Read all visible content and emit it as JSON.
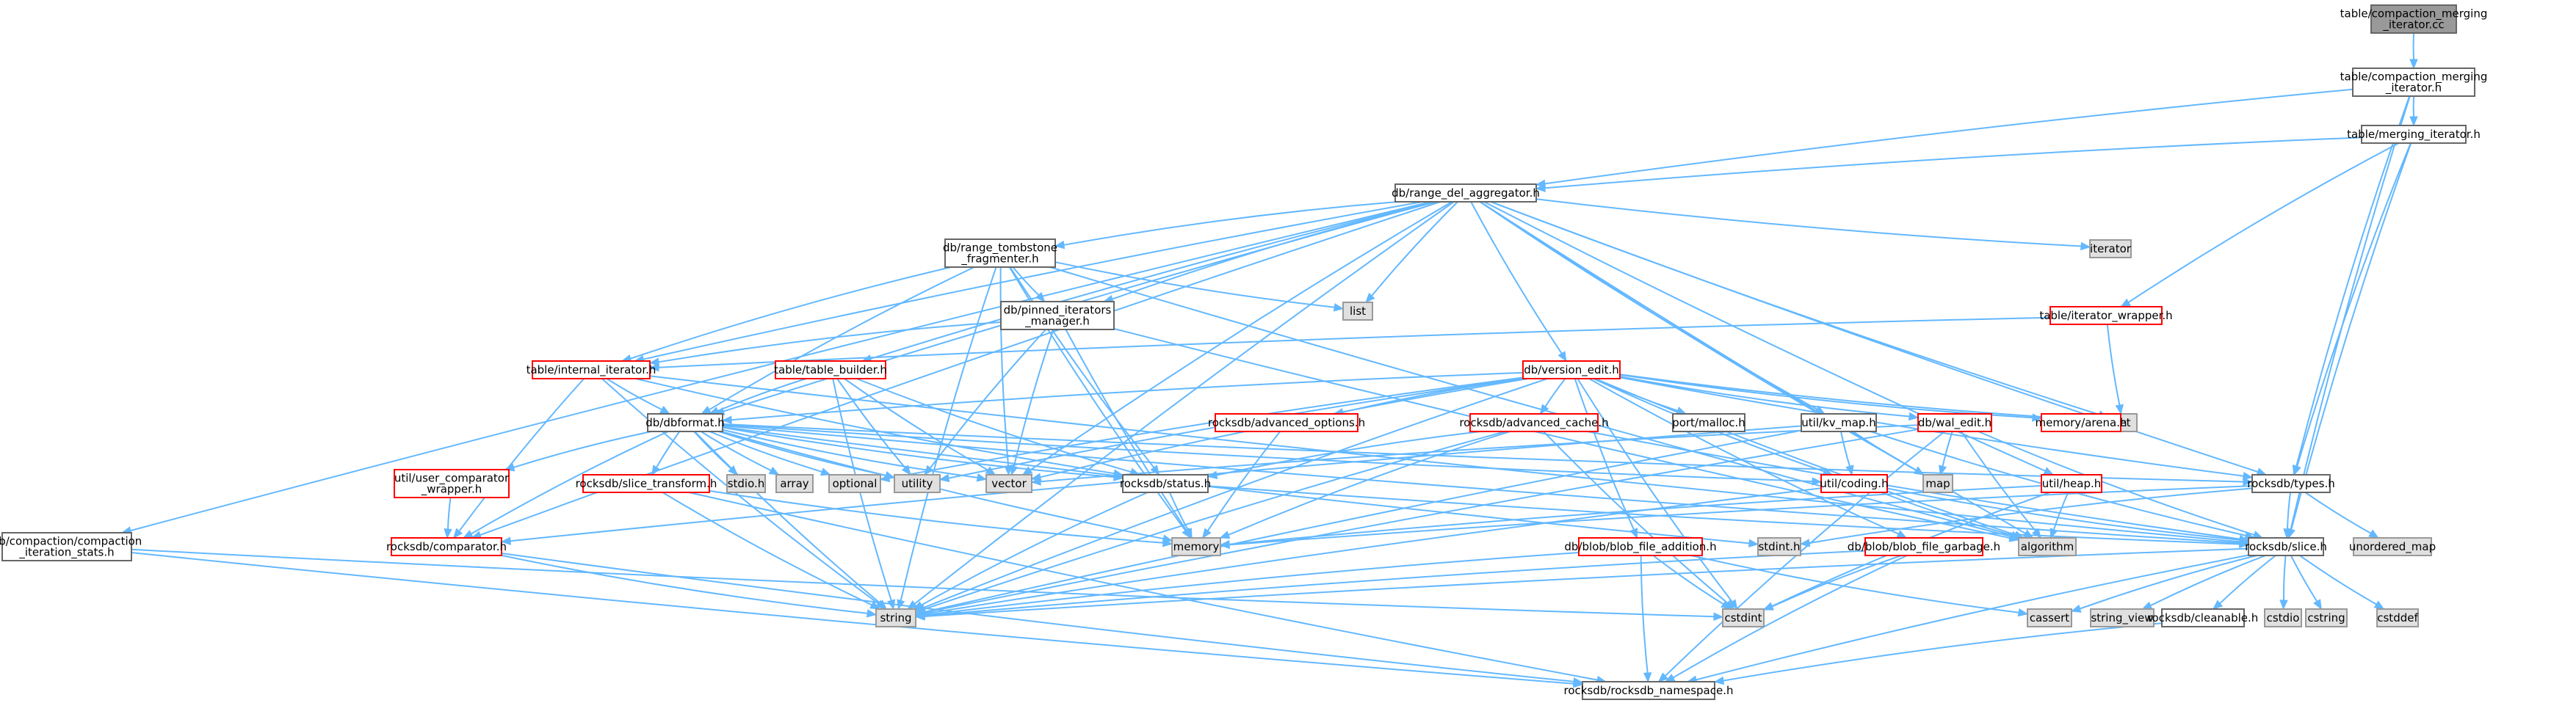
{
  "colors": {
    "edge": "#63b8ff",
    "root_fill": "#999999",
    "root_stroke": "#666666",
    "normal_fill": "#ffffff",
    "normal_stroke": "#666666",
    "expandable_stroke": "#ff0000",
    "system_fill": "#e0e0e0",
    "system_stroke": "#999999"
  },
  "nodes": [
    {
      "id": "cmi_cc",
      "kind": "root",
      "lines": [
        "table/compaction_merging",
        "_iterator.cc"
      ]
    },
    {
      "id": "cmi_h",
      "kind": "normal",
      "lines": [
        "table/compaction_merging",
        "_iterator.h"
      ]
    },
    {
      "id": "merging_iter",
      "kind": "normal",
      "lines": [
        "table/merging_iterator.h"
      ]
    },
    {
      "id": "range_del",
      "kind": "normal",
      "lines": [
        "db/range_del_aggregator.h"
      ]
    },
    {
      "id": "iter_wrapper",
      "kind": "expandable",
      "lines": [
        "table/iterator_wrapper.h"
      ]
    },
    {
      "id": "iterator",
      "kind": "system",
      "lines": [
        "iterator"
      ]
    },
    {
      "id": "rt_frag",
      "kind": "normal",
      "lines": [
        "db/range_tombstone",
        "_fragmenter.h"
      ]
    },
    {
      "id": "list",
      "kind": "system",
      "lines": [
        "list"
      ]
    },
    {
      "id": "pinned",
      "kind": "normal",
      "lines": [
        "db/pinned_iterators",
        "_manager.h"
      ]
    },
    {
      "id": "internal_iter",
      "kind": "expandable",
      "lines": [
        "table/internal_iterator.h"
      ]
    },
    {
      "id": "table_builder",
      "kind": "expandable",
      "lines": [
        "table/table_builder.h"
      ]
    },
    {
      "id": "version_edit",
      "kind": "expandable",
      "lines": [
        "db/version_edit.h"
      ]
    },
    {
      "id": "set",
      "kind": "system",
      "lines": [
        "set"
      ]
    },
    {
      "id": "dbformat",
      "kind": "normal",
      "lines": [
        "db/dbformat.h"
      ]
    },
    {
      "id": "adv_opts",
      "kind": "expandable",
      "lines": [
        "rocksdb/advanced_options.h"
      ]
    },
    {
      "id": "adv_cache",
      "kind": "expandable",
      "lines": [
        "rocksdb/advanced_cache.h"
      ]
    },
    {
      "id": "port_malloc",
      "kind": "normal",
      "lines": [
        "port/malloc.h"
      ]
    },
    {
      "id": "kv_map",
      "kind": "normal",
      "lines": [
        "util/kv_map.h"
      ]
    },
    {
      "id": "wal_edit",
      "kind": "expandable",
      "lines": [
        "db/wal_edit.h"
      ]
    },
    {
      "id": "arena",
      "kind": "expandable",
      "lines": [
        "memory/arena.h"
      ]
    },
    {
      "id": "compaction_stats",
      "kind": "normal",
      "lines": [
        "db/compaction/compaction",
        "_iteration_stats.h"
      ]
    },
    {
      "id": "ucw",
      "kind": "expandable",
      "lines": [
        "util/user_comparator",
        "_wrapper.h"
      ]
    },
    {
      "id": "slice_transform",
      "kind": "expandable",
      "lines": [
        "rocksdb/slice_transform.h"
      ]
    },
    {
      "id": "stdio_h",
      "kind": "system",
      "lines": [
        "stdio.h"
      ]
    },
    {
      "id": "array",
      "kind": "system",
      "lines": [
        "array"
      ]
    },
    {
      "id": "optional",
      "kind": "system",
      "lines": [
        "optional"
      ]
    },
    {
      "id": "utility",
      "kind": "system",
      "lines": [
        "utility"
      ]
    },
    {
      "id": "vector",
      "kind": "system",
      "lines": [
        "vector"
      ]
    },
    {
      "id": "status",
      "kind": "normal",
      "lines": [
        "rocksdb/status.h"
      ]
    },
    {
      "id": "coding",
      "kind": "expandable",
      "lines": [
        "util/coding.h"
      ]
    },
    {
      "id": "map",
      "kind": "system",
      "lines": [
        "map"
      ]
    },
    {
      "id": "heap",
      "kind": "expandable",
      "lines": [
        "util/heap.h"
      ]
    },
    {
      "id": "types",
      "kind": "normal",
      "lines": [
        "rocksdb/types.h"
      ]
    },
    {
      "id": "comparator",
      "kind": "expandable",
      "lines": [
        "rocksdb/comparator.h"
      ]
    },
    {
      "id": "memory",
      "kind": "system",
      "lines": [
        "memory"
      ]
    },
    {
      "id": "stdint_h",
      "kind": "system",
      "lines": [
        "stdint.h"
      ]
    },
    {
      "id": "blob_add",
      "kind": "expandable",
      "lines": [
        "db/blob/blob_file_addition.h"
      ]
    },
    {
      "id": "blob_garbage",
      "kind": "expandable",
      "lines": [
        "db/blob/blob_file_garbage.h"
      ]
    },
    {
      "id": "algorithm",
      "kind": "system",
      "lines": [
        "algorithm"
      ]
    },
    {
      "id": "slice",
      "kind": "normal",
      "lines": [
        "rocksdb/slice.h"
      ]
    },
    {
      "id": "unordered_map",
      "kind": "system",
      "lines": [
        "unordered_map"
      ]
    },
    {
      "id": "string",
      "kind": "system",
      "lines": [
        "string"
      ]
    },
    {
      "id": "cstdint",
      "kind": "system",
      "lines": [
        "cstdint"
      ]
    },
    {
      "id": "cassert",
      "kind": "system",
      "lines": [
        "cassert"
      ]
    },
    {
      "id": "string_view",
      "kind": "system",
      "lines": [
        "string_view"
      ]
    },
    {
      "id": "cleanable",
      "kind": "normal",
      "lines": [
        "rocksdb/cleanable.h"
      ]
    },
    {
      "id": "cstdio",
      "kind": "system",
      "lines": [
        "cstdio"
      ]
    },
    {
      "id": "cstring",
      "kind": "system",
      "lines": [
        "cstring"
      ]
    },
    {
      "id": "cstddef",
      "kind": "system",
      "lines": [
        "cstddef"
      ]
    },
    {
      "id": "namespace",
      "kind": "normal",
      "lines": [
        "rocksdb/rocksdb_namespace.h"
      ]
    }
  ],
  "edges": [
    [
      "cmi_cc",
      "cmi_h"
    ],
    [
      "cmi_h",
      "merging_iter"
    ],
    [
      "cmi_h",
      "range_del"
    ],
    [
      "cmi_h",
      "types"
    ],
    [
      "cmi_h",
      "slice"
    ],
    [
      "merging_iter",
      "range_del"
    ],
    [
      "merging_iter",
      "iter_wrapper"
    ],
    [
      "merging_iter",
      "types"
    ],
    [
      "merging_iter",
      "slice"
    ],
    [
      "iter_wrapper",
      "internal_iter"
    ],
    [
      "iter_wrapper",
      "set"
    ],
    [
      "range_del",
      "iterator"
    ],
    [
      "range_del",
      "rt_frag"
    ],
    [
      "range_del",
      "list"
    ],
    [
      "range_del",
      "pinned"
    ],
    [
      "range_del",
      "internal_iter"
    ],
    [
      "range_del",
      "table_builder"
    ],
    [
      "range_del",
      "version_edit"
    ],
    [
      "range_del",
      "set"
    ],
    [
      "range_del",
      "dbformat"
    ],
    [
      "range_del",
      "kv_map"
    ],
    [
      "range_del",
      "compaction_stats"
    ],
    [
      "range_del",
      "comparator"
    ],
    [
      "range_del",
      "types"
    ],
    [
      "range_del",
      "map"
    ],
    [
      "range_del",
      "heap"
    ],
    [
      "range_del",
      "algorithm"
    ],
    [
      "range_del",
      "vector"
    ],
    [
      "range_del",
      "string"
    ],
    [
      "rt_frag",
      "list"
    ],
    [
      "rt_frag",
      "pinned"
    ],
    [
      "rt_frag",
      "internal_iter"
    ],
    [
      "rt_frag",
      "dbformat"
    ],
    [
      "rt_frag",
      "status"
    ],
    [
      "rt_frag",
      "vector"
    ],
    [
      "rt_frag",
      "string"
    ],
    [
      "rt_frag",
      "memory"
    ],
    [
      "rt_frag",
      "algorithm"
    ],
    [
      "pinned",
      "internal_iter"
    ],
    [
      "pinned",
      "memory"
    ],
    [
      "pinned",
      "algorithm"
    ],
    [
      "pinned",
      "utility"
    ],
    [
      "pinned",
      "vector"
    ],
    [
      "internal_iter",
      "dbformat"
    ],
    [
      "internal_iter",
      "comparator"
    ],
    [
      "internal_iter",
      "status"
    ],
    [
      "internal_iter",
      "string"
    ],
    [
      "internal_iter",
      "slice"
    ],
    [
      "table_builder",
      "dbformat"
    ],
    [
      "table_builder",
      "status"
    ],
    [
      "table_builder",
      "string"
    ],
    [
      "table_builder",
      "utility"
    ],
    [
      "table_builder",
      "vector"
    ],
    [
      "version_edit",
      "dbformat"
    ],
    [
      "version_edit",
      "adv_opts"
    ],
    [
      "version_edit",
      "adv_cache"
    ],
    [
      "version_edit",
      "port_malloc"
    ],
    [
      "version_edit",
      "wal_edit"
    ],
    [
      "version_edit",
      "arena"
    ],
    [
      "version_edit",
      "blob_add"
    ],
    [
      "version_edit",
      "blob_garbage"
    ],
    [
      "version_edit",
      "coding"
    ],
    [
      "version_edit",
      "set"
    ],
    [
      "version_edit",
      "optional"
    ],
    [
      "version_edit",
      "utility"
    ],
    [
      "version_edit",
      "vector"
    ],
    [
      "version_edit",
      "string"
    ],
    [
      "version_edit",
      "algorithm"
    ],
    [
      "version_edit",
      "cstdint"
    ],
    [
      "version_edit",
      "types"
    ],
    [
      "dbformat",
      "ucw"
    ],
    [
      "dbformat",
      "slice_transform"
    ],
    [
      "dbformat",
      "stdio_h"
    ],
    [
      "dbformat",
      "array"
    ],
    [
      "dbformat",
      "optional"
    ],
    [
      "dbformat",
      "utility"
    ],
    [
      "dbformat",
      "vector"
    ],
    [
      "dbformat",
      "status"
    ],
    [
      "dbformat",
      "comparator"
    ],
    [
      "dbformat",
      "coding"
    ],
    [
      "dbformat",
      "types"
    ],
    [
      "dbformat",
      "slice"
    ],
    [
      "dbformat",
      "memory"
    ],
    [
      "dbformat",
      "stdint_h"
    ],
    [
      "dbformat",
      "string"
    ],
    [
      "adv_opts",
      "memory"
    ],
    [
      "adv_cache",
      "status"
    ],
    [
      "adv_cache",
      "memory"
    ],
    [
      "adv_cache",
      "string"
    ],
    [
      "adv_cache",
      "cstdint"
    ],
    [
      "adv_cache",
      "slice"
    ],
    [
      "kv_map",
      "map"
    ],
    [
      "kv_map",
      "string"
    ],
    [
      "kv_map",
      "coding"
    ],
    [
      "kv_map",
      "comparator"
    ],
    [
      "kv_map",
      "slice"
    ],
    [
      "wal_edit",
      "map"
    ],
    [
      "wal_edit",
      "vector"
    ],
    [
      "wal_edit",
      "string"
    ],
    [
      "wal_edit",
      "algorithm"
    ],
    [
      "wal_edit",
      "namespace"
    ],
    [
      "wal_edit",
      "slice"
    ],
    [
      "compaction_stats",
      "namespace"
    ],
    [
      "compaction_stats",
      "cstdint"
    ],
    [
      "ucw",
      "comparator"
    ],
    [
      "slice_transform",
      "memory"
    ],
    [
      "slice_transform",
      "string"
    ],
    [
      "slice_transform",
      "namespace"
    ],
    [
      "status",
      "memory"
    ],
    [
      "status",
      "string"
    ],
    [
      "status",
      "slice"
    ],
    [
      "coding",
      "algorithm"
    ],
    [
      "coding",
      "string"
    ],
    [
      "coding",
      "slice"
    ],
    [
      "heap",
      "algorithm"
    ],
    [
      "heap",
      "cstdint"
    ],
    [
      "heap",
      "memory"
    ],
    [
      "types",
      "slice"
    ],
    [
      "types",
      "unordered_map"
    ],
    [
      "types",
      "memory"
    ],
    [
      "types",
      "stdint_h"
    ],
    [
      "comparator",
      "string"
    ],
    [
      "comparator",
      "namespace"
    ],
    [
      "blob_add",
      "cassert"
    ],
    [
      "blob_add",
      "cstdint"
    ],
    [
      "blob_add",
      "string"
    ],
    [
      "blob_add",
      "namespace"
    ],
    [
      "blob_garbage",
      "cstdint"
    ],
    [
      "blob_garbage",
      "string"
    ],
    [
      "blob_garbage",
      "namespace"
    ],
    [
      "slice",
      "cassert"
    ],
    [
      "slice",
      "string_view"
    ],
    [
      "slice",
      "cleanable"
    ],
    [
      "slice",
      "cstdio"
    ],
    [
      "slice",
      "cstring"
    ],
    [
      "slice",
      "cstddef"
    ],
    [
      "slice",
      "string"
    ],
    [
      "slice",
      "namespace"
    ],
    [
      "cleanable",
      "namespace"
    ]
  ]
}
